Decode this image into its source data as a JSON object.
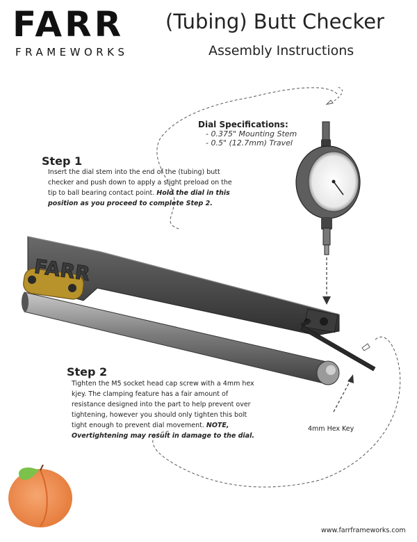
{
  "header": {
    "logo_word": "FARR",
    "logo_sub": "FRAMEWORKS",
    "title": "(Tubing) Butt Checker",
    "subtitle": "Assembly Instructions"
  },
  "dial": {
    "title": "Dial Specifications:",
    "specs": [
      "- 0.375\" Mounting Stem",
      "- 0.5\" (12.7mm) Travel"
    ]
  },
  "step1": {
    "title": "Step 1",
    "body": "Insert the dial stem into the end of the (tubing) butt checker and push down to apply a slight preload on the tip to ball bearing contact point.",
    "body_bold": "Hold the dial in this position as you proceed to complete Step 2."
  },
  "step2": {
    "title": "Step 2",
    "body": "Tighten the M5 socket head cap screw with a 4mm hex kjey.  The clamping feature has a fair amount of resistance designed into the part to help prevent over tightening, however you should only tighten this bolt tight enough to prevent dial movement.",
    "note": "NOTE, Overtightening may result in damage to the dial."
  },
  "labels": {
    "hex_key": "4mm Hex Key",
    "website": "www.farrframeworks.com",
    "part_engraving": "FARR"
  },
  "colors": {
    "frame": "#4a4a4a",
    "tube": "#8a8a8a",
    "brass_plate": "#b8922a",
    "peach": "#f08a4b",
    "leaf": "#7cc24a"
  }
}
